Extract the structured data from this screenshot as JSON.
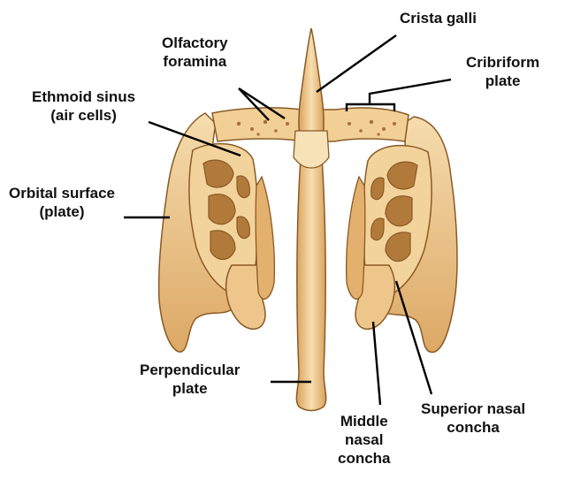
{
  "labels": {
    "crista_galli": "Crista galli",
    "olfactory_foramina": [
      "Olfactory",
      "foramina"
    ],
    "cribriform_plate": [
      "Cribriform",
      "plate"
    ],
    "ethmoid_sinus": [
      "Ethmoid sinus",
      "(air cells)"
    ],
    "orbital_surface": [
      "Orbital surface",
      "(plate)"
    ],
    "perpendicular_plate": [
      "Perpendicular",
      "plate"
    ],
    "middle_nasal_concha": [
      "Middle",
      "nasal",
      "concha"
    ],
    "superior_nasal_concha": [
      "Superior nasal",
      "concha"
    ]
  },
  "colors": {
    "bone_light": "#f6dcae",
    "bone_mid": "#e9bf7e",
    "bone_dark": "#c98e48",
    "bone_outline": "#8a5a25",
    "cavity_dark": "#9a6630",
    "leader_line": "#000000"
  }
}
